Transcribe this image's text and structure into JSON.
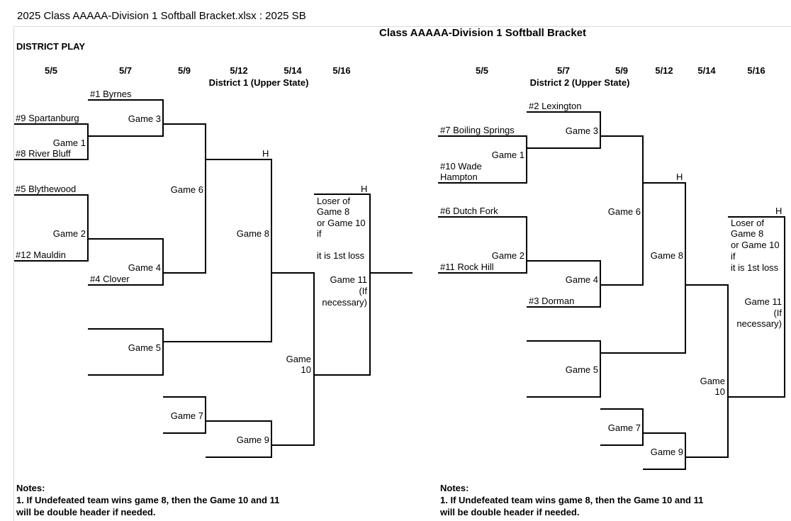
{
  "window": {
    "title": "2025 Class AAAAA-Division 1 Softball Bracket.xlsx : 2025 SB"
  },
  "sheet": {
    "title": "Class AAAAA-Division 1 Softball Bracket",
    "section_label": "DISTRICT PLAY"
  },
  "left": {
    "dates": [
      "5/5",
      "5/7",
      "5/9",
      "5/12",
      "5/14",
      "5/16"
    ],
    "district": "District 1 (Upper State)",
    "teams": {
      "t1": "#1 Byrnes",
      "t9": "#9 Spartanburg",
      "t8": "#8 River Bluff",
      "t5": "#5 Blythewood",
      "t12": "#12 Mauldin",
      "t4": "#4 Clover"
    },
    "games": {
      "g1": "Game 1",
      "g2": "Game 2",
      "g3": "Game 3",
      "g4": "Game 4",
      "g5": "Game 5",
      "g6": "Game 6",
      "g7": "Game 7",
      "g8": "Game 8",
      "g9": "Game 9",
      "g10a": "Game",
      "g10b": "10",
      "g11": "Game 11",
      "g11b": "(If",
      "g11c": "necessary)"
    },
    "home": "H",
    "loser_lines": [
      "Loser of",
      "Game 8",
      "or Game 10",
      "if",
      "it is 1st loss"
    ]
  },
  "right": {
    "dates": [
      "5/5",
      "5/7",
      "5/9",
      "5/12",
      "5/14",
      "5/16"
    ],
    "district": "District 2 (Upper State)",
    "teams": {
      "t2": "#2 Lexington",
      "t7": "#7 Boiling Springs",
      "t10a": "#10 Wade",
      "t10b": "Hampton",
      "t6": "#6 Dutch Fork",
      "t11": "#11 Rock Hill",
      "t3": "#3 Dorman"
    },
    "games": {
      "g1": "Game 1",
      "g2": "Game 2",
      "g3": "Game 3",
      "g4": "Game 4",
      "g5": "Game 5",
      "g6": "Game 6",
      "g7": "Game 7",
      "g8": "Game 8",
      "g9": "Game 9",
      "g10a": "Game",
      "g10b": "10",
      "g11": "Game 11",
      "g11b": "(If",
      "g11c": "necessary)"
    },
    "home": "H",
    "loser_lines": [
      "Loser of",
      "Game 8",
      "or Game 10",
      "if",
      "it is 1st loss"
    ]
  },
  "notes": {
    "heading": "Notes:",
    "line1": "1. If Undefeated team wins game 8, then the Game 10 and 11",
    "line2": "will be double header if needed."
  }
}
